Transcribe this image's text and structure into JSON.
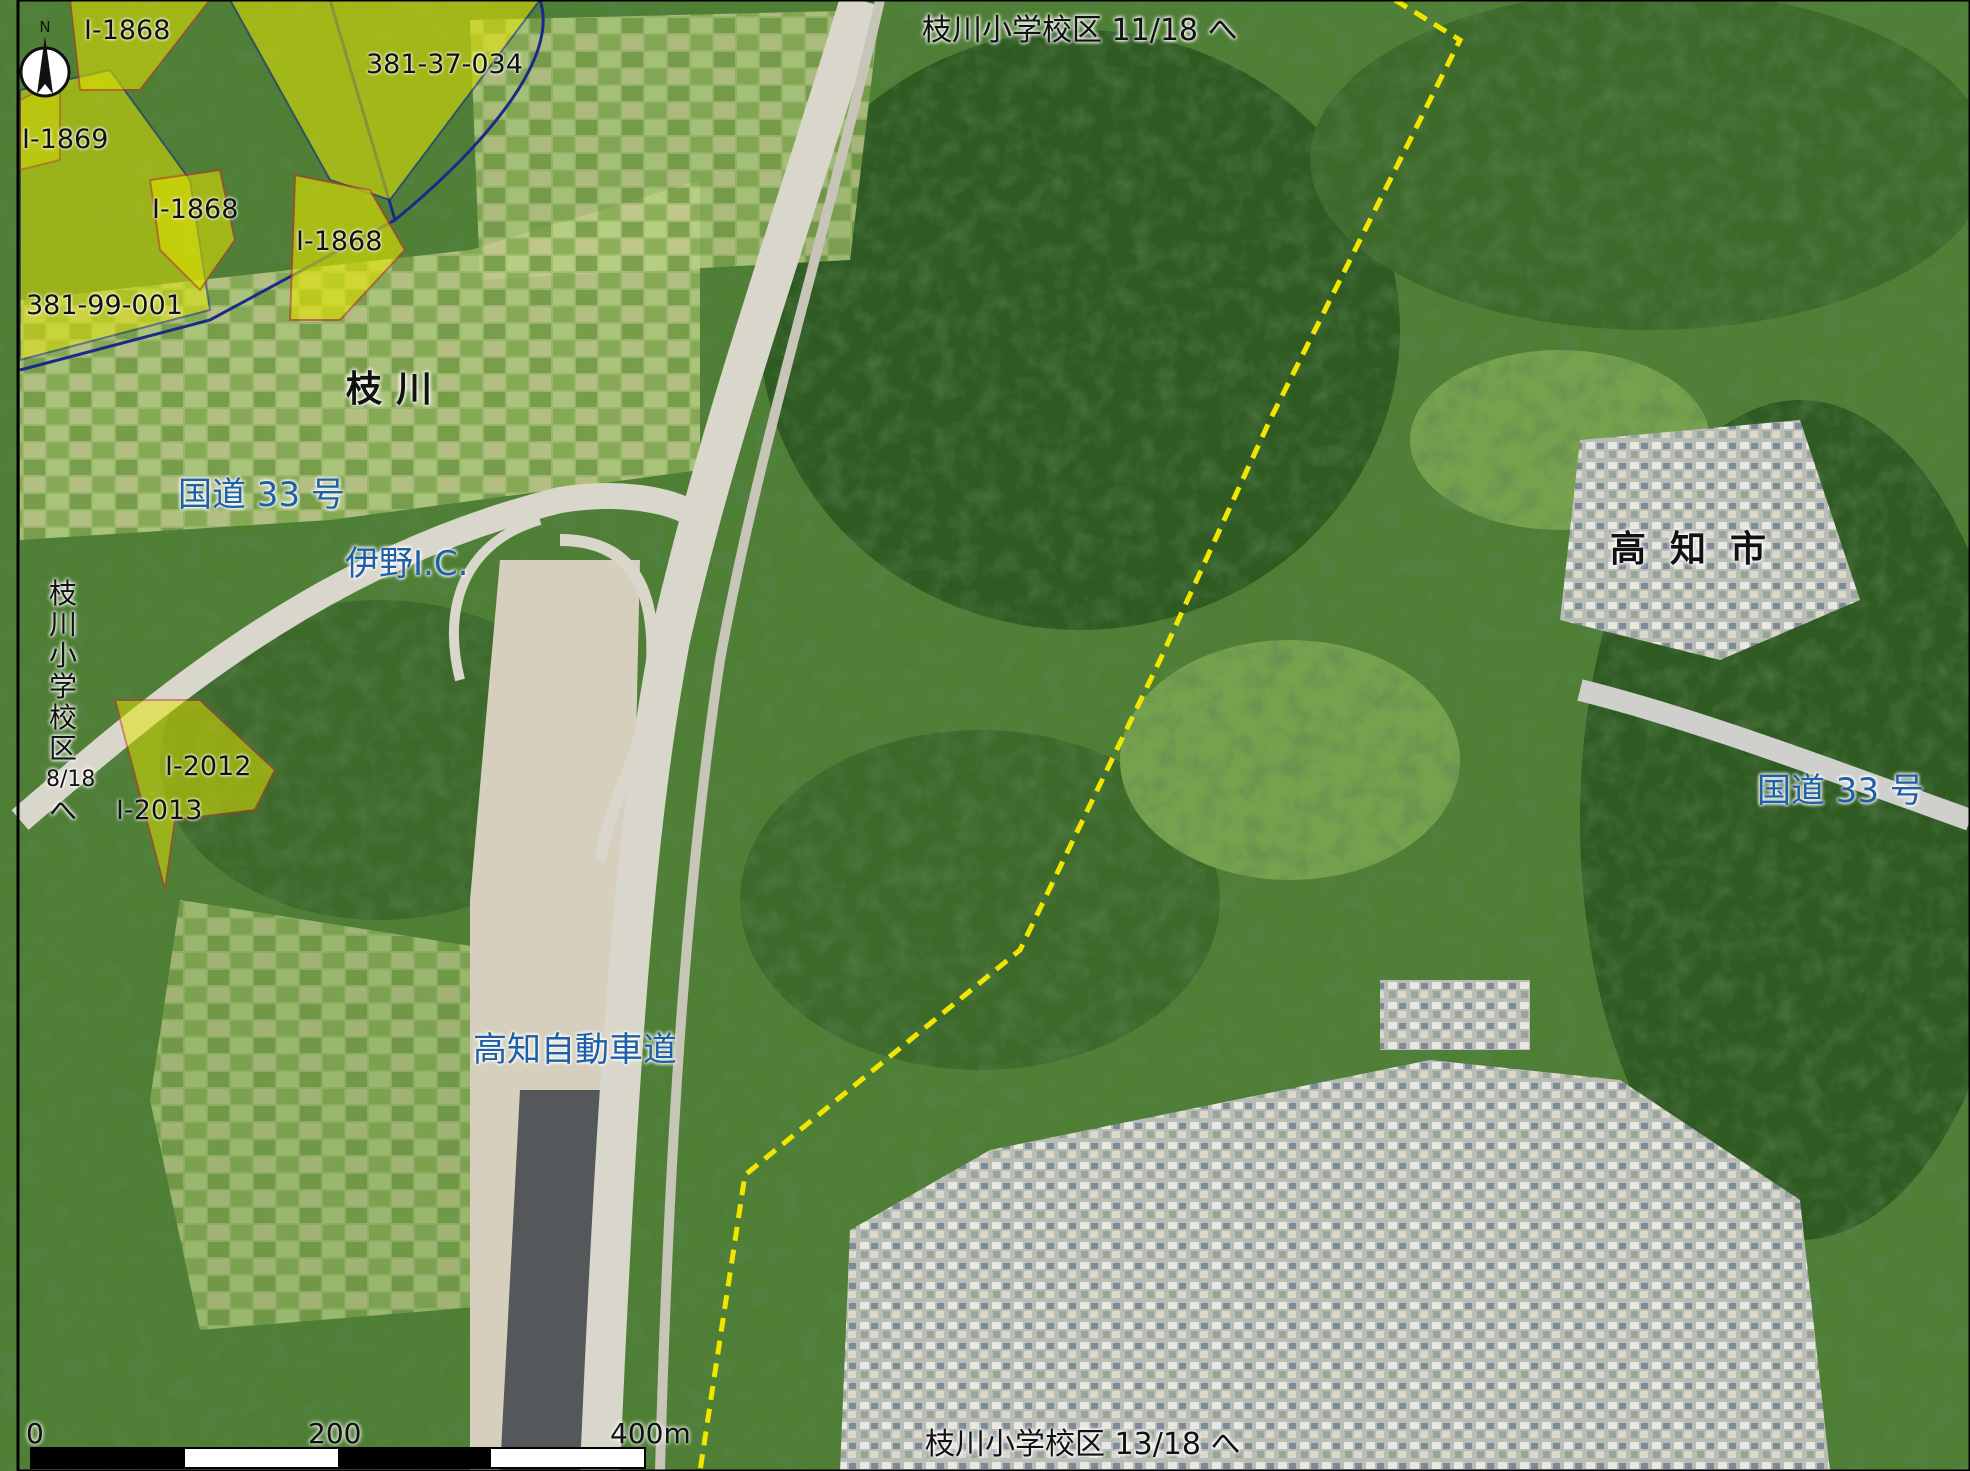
{
  "map": {
    "colors": {
      "forest_dark": "#2f5a22",
      "forest": "#4e7f34",
      "forest_light": "#76a24e",
      "field": "#9fbf6a",
      "urban": "#c9cbc4",
      "road": "#d9d6cb",
      "site_fill": "#e6e600",
      "site_border": "#c0392b",
      "district_line": "#1b2a8a",
      "boundary_line": "#f2e600",
      "label_blue": "#1f5fa8"
    },
    "north_arrow": {
      "letter": "N",
      "icon": "north-arrow-icon"
    },
    "labels": {
      "to_sheet_11": "枝川小学校区 11/18 へ",
      "to_sheet_13": "枝川小学校区 13/18 へ",
      "to_sheet_8_chars": [
        "枝",
        "川",
        "小",
        "学",
        "校",
        "区",
        "8/18",
        "へ"
      ],
      "edagawa": "枝川",
      "kochi_city": "高知市",
      "route33_left": "国道 33 号",
      "route33_right": "国道 33 号",
      "ino_ic": "伊野I.C.",
      "expressway": "高知自動車道"
    },
    "site_ids": {
      "s1868_top": "I-1868",
      "s1869": "I-1869",
      "s1868_mid": "I-1868",
      "s1868_right": "I-1868",
      "s381_37_034": "381-37-034",
      "s381_99_001": "381-99-001",
      "s2012": "I-2012",
      "s2013": "I-2013"
    },
    "scale": {
      "ticks": [
        "0",
        "200",
        "400m"
      ]
    }
  }
}
